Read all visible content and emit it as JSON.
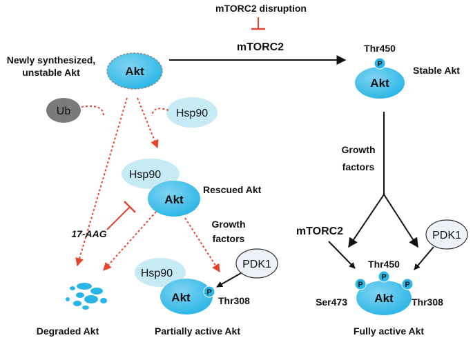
{
  "labels": {
    "mtorc2_disruption": "mTORC2 disruption",
    "mtorc2_top": "mTORC2",
    "newly_line1": "Newly synthesized,",
    "newly_line2": "unstable Akt",
    "thr450_top": "Thr450",
    "stable_akt": "Stable Akt",
    "growth_factors_right_1": "Growth",
    "growth_factors_right_2": "factors",
    "rescued_akt": "Rescued Akt",
    "growth_factors_mid_1": "Growth",
    "growth_factors_mid_2": "factors",
    "aag": "17-AAG",
    "thr308_mid": "Thr308",
    "mtorc2_bottom": "mTORC2",
    "thr450_bottom": "Thr450",
    "ser473": "Ser473",
    "thr308_bottom": "Thr308",
    "degraded_akt": "Degraded Akt",
    "partially_active_akt": "Partially active Akt",
    "fully_active_akt": "Fully active Akt"
  },
  "proteins": {
    "akt": "Akt",
    "ub": "Ub",
    "hsp90": "Hsp90",
    "pdk1": "PDK1",
    "p": "P"
  },
  "colors": {
    "akt_fill": "#29b5e5",
    "akt_light": "#7fd4f2",
    "hsp90_fill": "#c7ebf4",
    "ub_fill": "#7a7a7a",
    "pdk1_fill": "#eef2f8",
    "inhibit_red": "#e8432f",
    "arrow_black": "#111111"
  }
}
